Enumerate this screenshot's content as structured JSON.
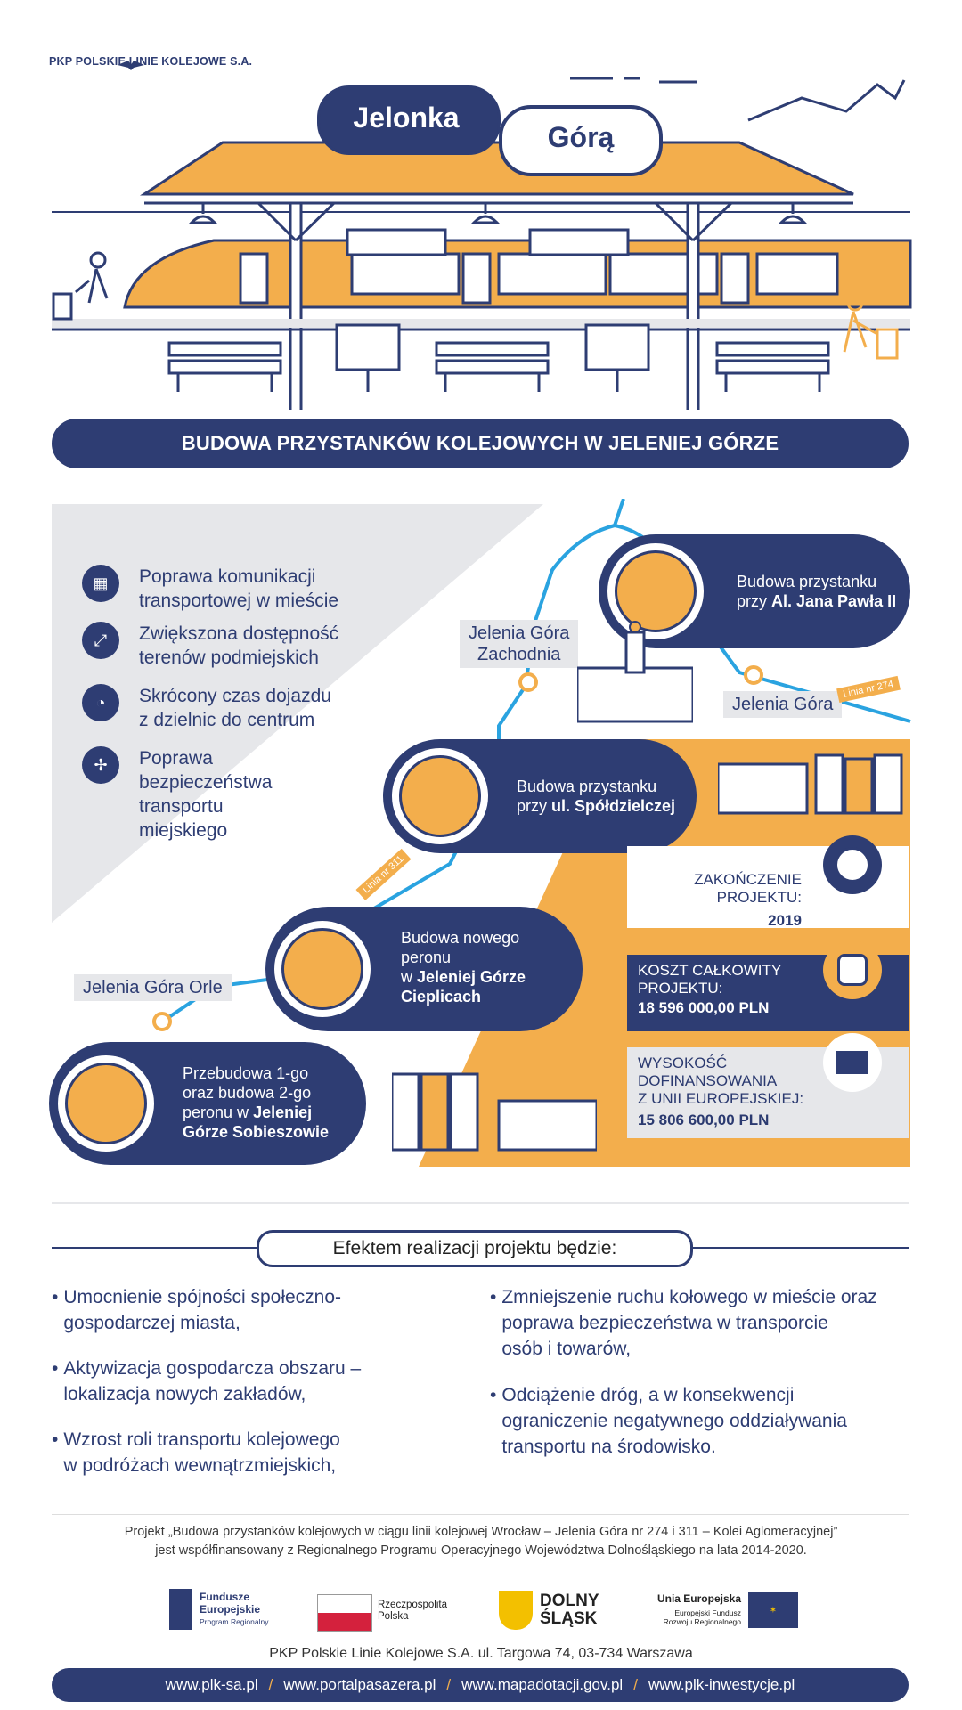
{
  "logo": {
    "text": "PKP POLSKIE LINIE KOLEJOWE S.A."
  },
  "station_sign": {
    "word1": "Jelonka",
    "word2": "Górą"
  },
  "banner": {
    "title": "BUDOWA PRZYSTANKÓW KOLEJOWYCH W JELENIEJ GÓRZE"
  },
  "benefits": [
    {
      "icon": "building-icon",
      "text": "Poprawa komunikacji\ntransportowej w mieście"
    },
    {
      "icon": "expand-arrows-icon",
      "text": "Zwiększona dostępność\nterenów podmiejskich"
    },
    {
      "icon": "clock-quarter-icon",
      "text": "Skrócony czas dojazdu\nz dzielnic do centrum"
    },
    {
      "icon": "signpost-icon",
      "text": "Poprawa\nbezpieczeństwa\ntransportu\nmiejskiego"
    }
  ],
  "stations": {
    "zachodnia": "Jelenia Góra\nZachodnia",
    "jelenia_gora": "Jelenia Góra",
    "orle": "Jelenia Góra Orle"
  },
  "line_tags": {
    "l274": "Linia nr 274",
    "l311": "Linia nr 311"
  },
  "projects": [
    {
      "line1": "Budowa przystanku",
      "line2_prefix": "przy ",
      "line2_bold": "Al. Jana Pawła II"
    },
    {
      "line1": "Budowa przystanku",
      "line2_prefix": "przy ",
      "line2_bold": "ul. Spółdzielczej"
    },
    {
      "line1": "Budowa nowego",
      "line2": "peronu",
      "line3_prefix": "w ",
      "line3_bold": "Jeleniej Górze",
      "line4_bold": "Cieplicach"
    },
    {
      "line1": "Przebudowa 1-go",
      "line2": "oraz budowa 2-go",
      "line3_prefix": "peronu w ",
      "line3_bold": "Jeleniej",
      "line4_bold": "Górze Sobieszowie"
    }
  ],
  "info": {
    "end_label": "ZAKOŃCZENIE\nPROJEKTU:",
    "end_value": "2019",
    "cost_label": "KOSZT CAŁKOWITY\nPROJEKTU:",
    "cost_value": "18 596 000,00 PLN",
    "eu_label": "WYSOKOŚĆ\nDOFINANSOWANIA\nZ UNII EUROPEJSKIEJ:",
    "eu_value": "15 806 600,00 PLN"
  },
  "effects": {
    "heading": "Efektem realizacji projektu będzie:",
    "left": [
      "Umocnienie spójności społeczno-\ngospodarczej miasta,",
      "Aktywizacja gospodarcza obszaru –\nlokalizacja nowych zakładów,",
      "Wzrost roli transportu kolejowego\nw podróżach wewnątrzmiejskich,"
    ],
    "right": [
      "Zmniejszenie ruchu kołowego w mieście oraz\npoprawa bezpieczeństwa w transporcie\nosób i towarów,",
      "Odciążenie dróg, a w konsekwencji\nograniczenie negatywnego oddziaływania\ntransportu na środowisko."
    ]
  },
  "footer": {
    "project_note": "Projekt „Budowa przystanków kolejowych w ciągu linii kolejowej Wrocław – Jelenia Góra nr 274 i 311 – Kolei Aglomeracyjnej”\njest współfinansowany z Regionalnego Programu Operacyjnego Województwa Dolnośląskiego na lata 2014-2020.",
    "logos": {
      "fe_title": "Fundusze\nEuropejskie",
      "fe_sub": "Program Regionalny",
      "rp": "Rzeczpospolita\nPolska",
      "ds": "DOLNY\nŚLĄSK",
      "ue_title": "Unia Europejska",
      "ue_sub": "Europejski Fundusz\nRozwoju Regionalnego"
    },
    "address": "PKP Polskie Linie Kolejowe S.A.  ul. Targowa 74, 03-734 Warszawa",
    "links": [
      "www.plk-sa.pl",
      "www.portalpasazera.pl",
      "www.mapadotacji.gov.pl",
      "www.plk-inwestycje.pl"
    ]
  },
  "colors": {
    "navy": "#2e3d73",
    "orange": "#f3ae4c",
    "grey": "#e6e7ea",
    "blue_line": "#2aa3e0"
  }
}
